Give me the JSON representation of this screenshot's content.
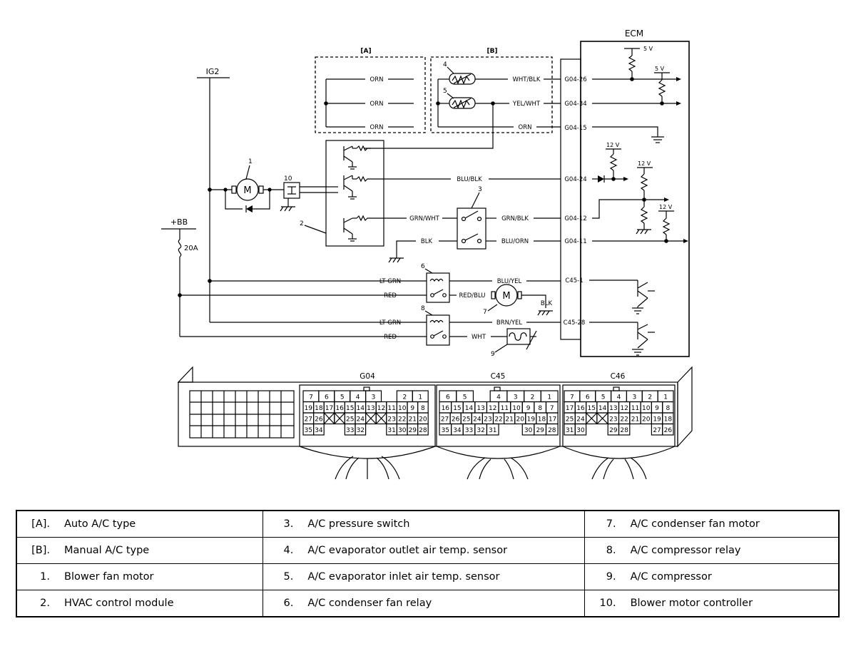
{
  "diagram": {
    "ecm_title": "ECM",
    "group_a": "[A]",
    "group_b": "[B]",
    "ig2": "IG2",
    "bb": "+BB",
    "fuse": "20A",
    "callouts": [
      "1",
      "2",
      "3",
      "4",
      "5",
      "6",
      "7",
      "8",
      "9",
      "10"
    ],
    "motor_symbol": "M",
    "wires": {
      "orn": "ORN",
      "wht_blk": "WHT/BLK",
      "yel_wht": "YEL/WHT",
      "blu_blk": "BLU/BLK",
      "grn_wht": "GRN/WHT",
      "grn_blk": "GRN/BLK",
      "blk": "BLK",
      "blu_orn": "BLU/ORN",
      "lt_grn": "LT GRN",
      "blu_yel": "BLU/YEL",
      "red": "RED",
      "red_blu": "RED/BLU",
      "brn_yel": "BRN/YEL",
      "wht": "WHT"
    },
    "pins": {
      "g04_26": "G04-26",
      "g04_34": "G04-34",
      "g04_15": "G04-15",
      "g04_24": "G04-24",
      "g04_12": "G04-12",
      "g04_11": "G04-11",
      "c45_1": "C45-1",
      "c45_28": "C45-28"
    },
    "voltages": {
      "v5": "5 V",
      "v12": "12 V"
    }
  },
  "connectors": [
    {
      "name": "G04",
      "rows": [
        [
          "7",
          "6",
          "5",
          "4",
          "3",
          "",
          "2",
          "1"
        ],
        [
          "19",
          "18",
          "17",
          "16",
          "15",
          "14",
          "13",
          "12",
          "11",
          "10",
          "9",
          "8"
        ],
        [
          "27",
          "26",
          "X",
          "X",
          "25",
          "24",
          "X",
          "X",
          "23",
          "22",
          "21",
          "20"
        ],
        [
          "35",
          "34",
          "",
          "",
          "33",
          "32",
          "",
          "",
          "31",
          "30",
          "29",
          "28"
        ]
      ]
    },
    {
      "name": "C45",
      "rows": [
        [
          "6",
          "5",
          "",
          "4",
          "3",
          "2",
          "1"
        ],
        [
          "16",
          "15",
          "14",
          "13",
          "12",
          "11",
          "10",
          "9",
          "8",
          "7"
        ],
        [
          "27",
          "26",
          "25",
          "24",
          "23",
          "22",
          "21",
          "20",
          "19",
          "18",
          "17"
        ],
        [
          "35",
          "34",
          "33",
          "32",
          "31",
          "",
          "",
          "30",
          "29",
          "28"
        ]
      ]
    },
    {
      "name": "C46",
      "rows": [
        [
          "7",
          "6",
          "5",
          "4",
          "3",
          "2",
          "1"
        ],
        [
          "17",
          "16",
          "15",
          "14",
          "13",
          "12",
          "11",
          "10",
          "9",
          "8"
        ],
        [
          "25",
          "24",
          "X",
          "X",
          "23",
          "22",
          "21",
          "20",
          "19",
          "18"
        ],
        [
          "31",
          "30",
          "",
          "",
          "29",
          "28",
          "",
          "",
          "27",
          "26"
        ]
      ]
    }
  ],
  "legend": [
    [
      {
        "num": "[A].",
        "text": "Auto A/C type"
      },
      {
        "num": "3.",
        "text": "A/C pressure switch"
      },
      {
        "num": "7.",
        "text": "A/C condenser fan motor"
      }
    ],
    [
      {
        "num": "[B].",
        "text": "Manual A/C type"
      },
      {
        "num": "4.",
        "text": "A/C evaporator outlet air temp. sensor"
      },
      {
        "num": "8.",
        "text": "A/C compressor relay"
      }
    ],
    [
      {
        "num": "1.",
        "text": "Blower fan motor"
      },
      {
        "num": "5.",
        "text": "A/C evaporator inlet air temp. sensor"
      },
      {
        "num": "9.",
        "text": "A/C compressor"
      }
    ],
    [
      {
        "num": "2.",
        "text": "HVAC control module"
      },
      {
        "num": "6.",
        "text": "A/C condenser fan relay"
      },
      {
        "num": "10.",
        "text": "Blower motor controller"
      }
    ]
  ]
}
